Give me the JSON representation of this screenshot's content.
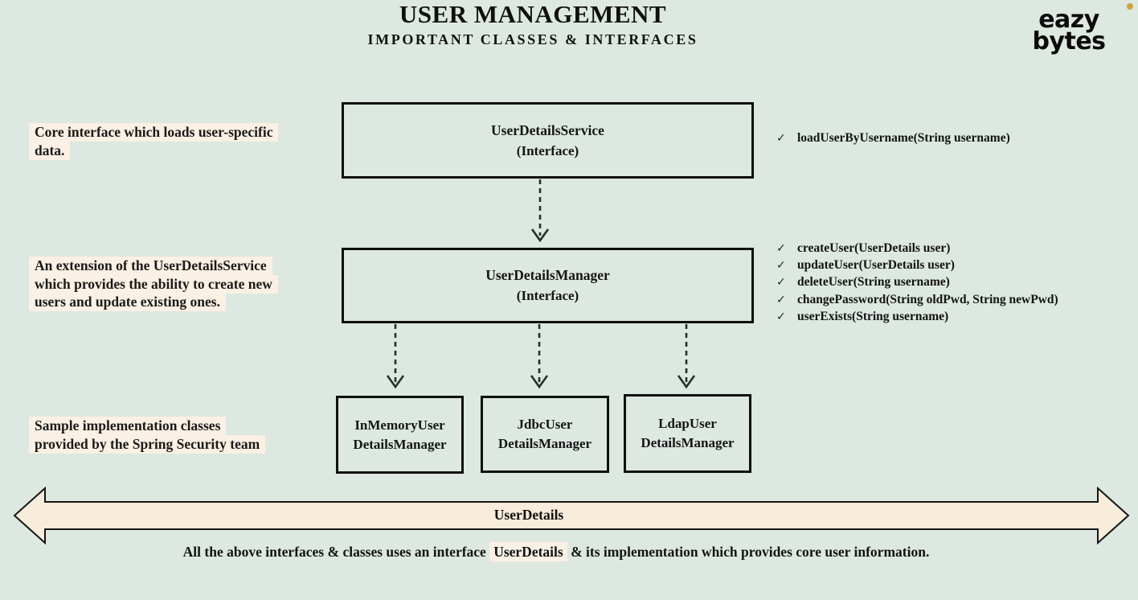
{
  "page": {
    "title": "USER MANAGEMENT",
    "subtitle": "IMPORTANT CLASSES & INTERFACES",
    "logo": {
      "line1": "eazy",
      "line2": "bytes"
    }
  },
  "annotations": [
    {
      "lines": [
        "Core interface which loads user-specific",
        "data."
      ]
    },
    {
      "lines": [
        "An extension of the UserDetailsService",
        "which provides the ability to create new",
        "users and update existing ones."
      ]
    },
    {
      "lines": [
        "Sample implementation classes",
        "provided by the Spring Security team"
      ]
    }
  ],
  "boxes": {
    "service": {
      "name": "UserDetailsService",
      "type": "(Interface)"
    },
    "manager": {
      "name": "UserDetailsManager",
      "type": "(Interface)"
    },
    "implementations": [
      {
        "line1": "InMemoryUser",
        "line2": "DetailsManager"
      },
      {
        "line1": "JdbcUser",
        "line2": "DetailsManager"
      },
      {
        "line1": "LdapUser",
        "line2": "DetailsManager"
      }
    ]
  },
  "methods": {
    "check_glyph": "✓",
    "service": [
      "loadUserByUsername(String username)"
    ],
    "manager": [
      "createUser(UserDetails user)",
      "updateUser(UserDetails user)",
      "deleteUser(String username)",
      "changePassword(String oldPwd, String newPwd)",
      "userExists(String username)"
    ]
  },
  "user_details_arrow": {
    "label": "UserDetails"
  },
  "footer": {
    "prefix": "All the above interfaces & classes uses an interface ",
    "highlight": "UserDetails",
    "suffix": " & its implementation which provides core user information."
  },
  "colors": {
    "background": "#dde8e0",
    "highlight": "#faf0e3",
    "arrow_fill": "#f8ecda",
    "ink": "#131313",
    "brand_dot": "#cfa23d"
  }
}
